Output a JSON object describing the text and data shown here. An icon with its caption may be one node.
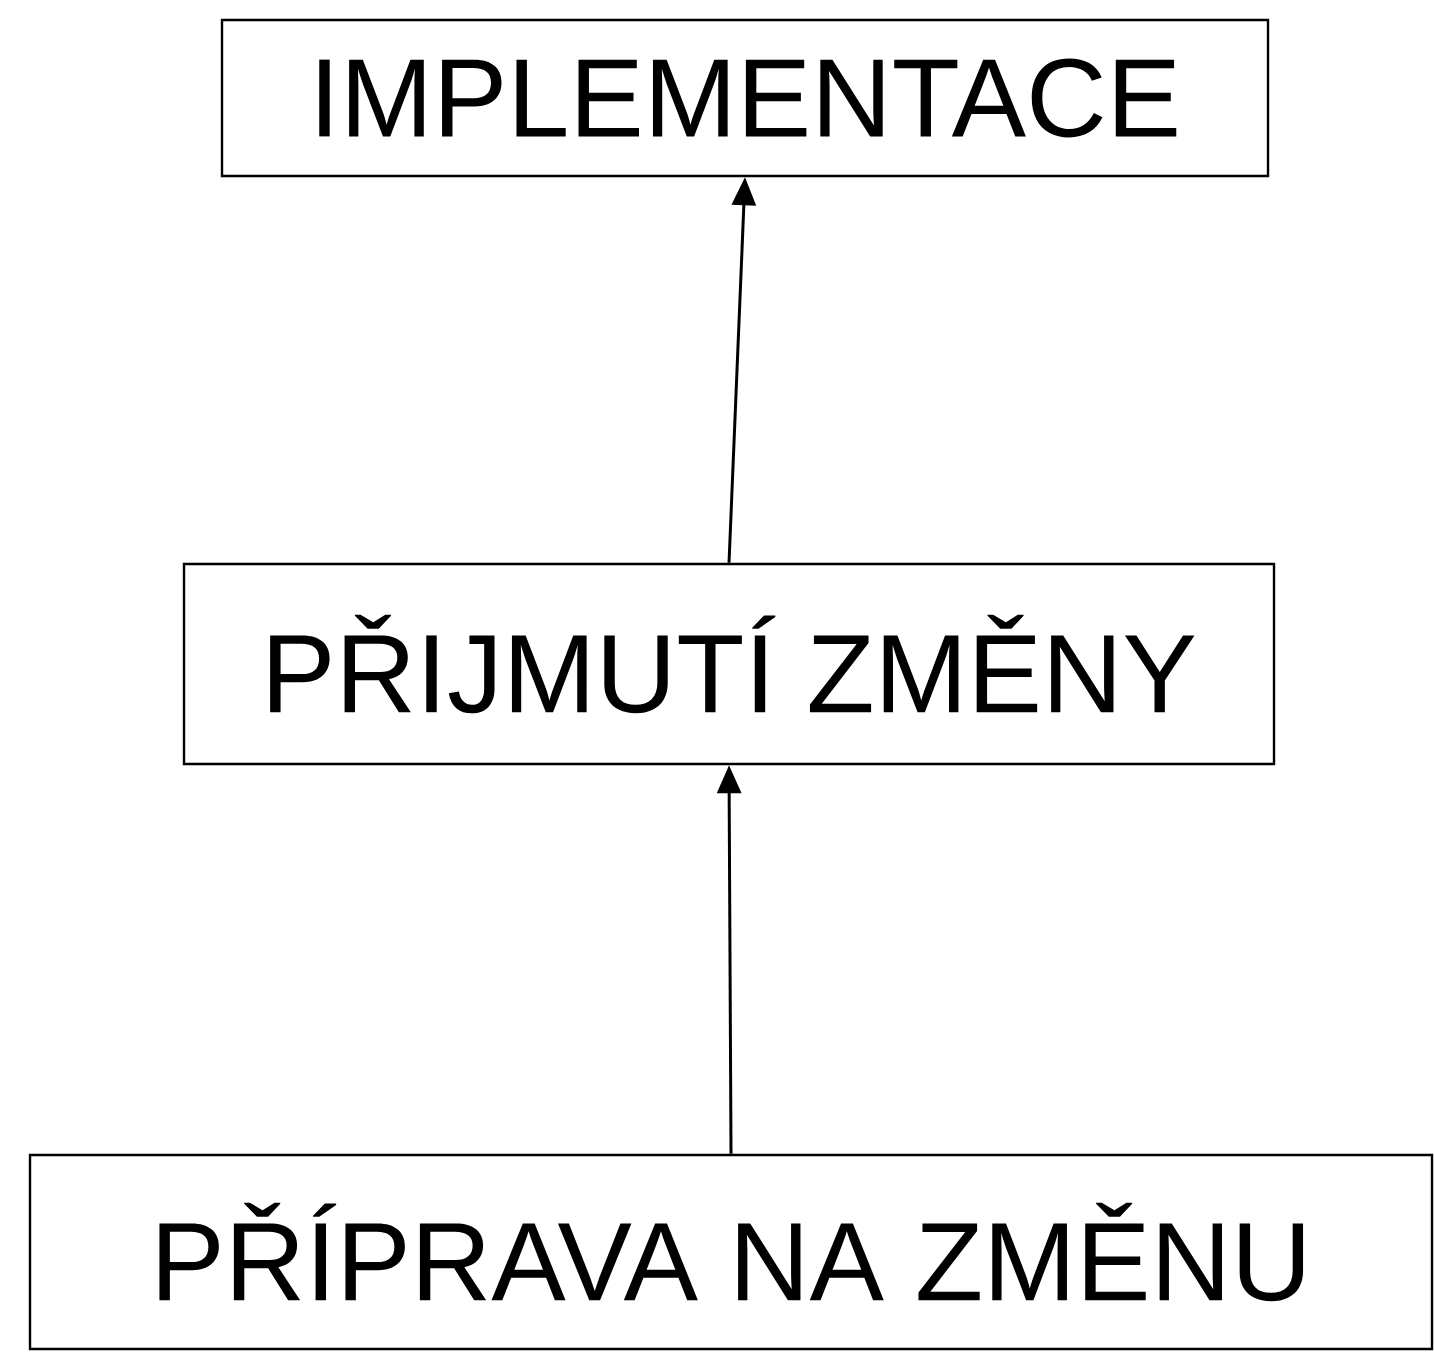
{
  "diagram": {
    "nodes": [
      {
        "text": [
          "IMPLEMENTACE"
        ]
      },
      {
        "text": [
          "PŘIJMUTÍ ZMĚNY"
        ]
      },
      {
        "text": [
          "PŘÍPRAVA NA ZMĚNU"
        ]
      }
    ],
    "edges": [
      {
        "from": 1,
        "to": 0,
        "arrow": "to"
      },
      {
        "from": 2,
        "to": 1,
        "arrow": "to"
      }
    ]
  }
}
